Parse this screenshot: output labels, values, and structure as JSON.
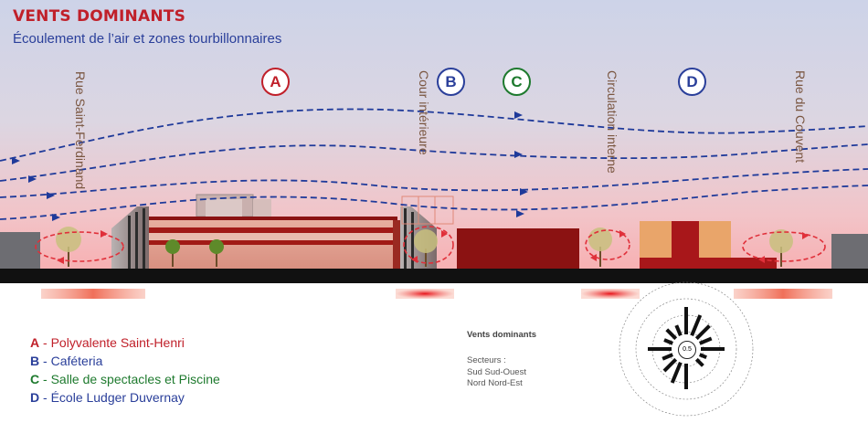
{
  "header": {
    "title": "VENTS DOMINANTS",
    "subtitle": "Écoulement de l’air et zones tourbillonnaires"
  },
  "streets": [
    "Rue Saint-Ferdinand",
    "Cour intérieure",
    "Circulation interne",
    "Rue du Couvent"
  ],
  "zones": [
    {
      "letter": "A",
      "color": "#c0202a"
    },
    {
      "letter": "B",
      "color": "#2a3f9a"
    },
    {
      "letter": "C",
      "color": "#1e7a2e"
    },
    {
      "letter": "D",
      "color": "#2a3f9a"
    }
  ],
  "legend": [
    {
      "letter": "A",
      "separator": " - ",
      "label": "Polyvalente Saint-Henri",
      "color": "#c0202a"
    },
    {
      "letter": "B",
      "separator": " - ",
      "label": "Caféteria",
      "color": "#2a3f9a"
    },
    {
      "letter": "C",
      "separator": " - ",
      "label": "Salle de spectacles et Piscine",
      "color": "#1e7a2e"
    },
    {
      "letter": "D",
      "separator": " - ",
      "label": "École Ludger Duvernay",
      "color": "#2a3f9a"
    }
  ],
  "wind_rose": {
    "title": "Vents dominants",
    "sectors_label": "Secteurs :",
    "sectors": [
      "Sud Sud-Ouest",
      "Nord Nord-Est"
    ],
    "center_value": "0.5"
  },
  "colors": {
    "wind_arrow": "#1f3a9a",
    "vortex": "#e0303a",
    "building_red": "#8b1212",
    "ground": "#111111"
  }
}
